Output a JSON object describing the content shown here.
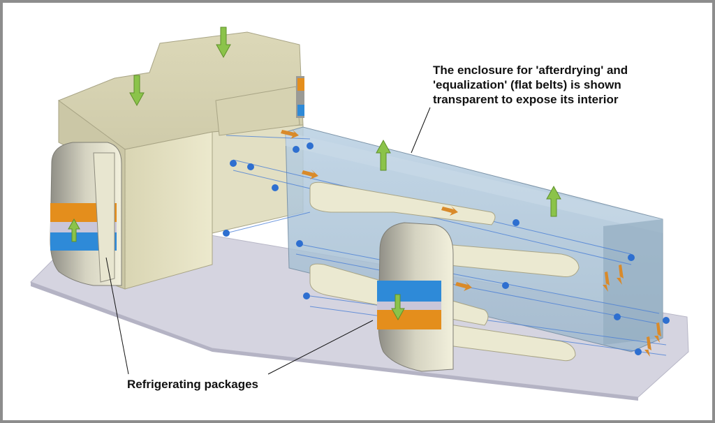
{
  "annotations": {
    "enclosure_line1": "The enclosure for 'afterdrying' and",
    "enclosure_line2": "'equalization' (flat belts) is shown",
    "enclosure_line3": "transparent to expose its interior",
    "refrigerating_packages": "Refrigerating packages"
  },
  "colors": {
    "frame": "#8d8d8d",
    "background": "#ffffff",
    "housing": "#e6e3c4",
    "housing_shadow": "#b9b594",
    "enclosure": "#a9c4d9",
    "platform": "#d3d3df",
    "belt": "#4a7fd6",
    "flow_arrow_green": "#8bc34a",
    "flow_arrow_orange": "#d98a2a",
    "band_orange": "#e48e1c",
    "band_blue": "#2e8ad8"
  },
  "icons": [
    "arrow-down-icon",
    "arrow-up-icon",
    "flow-arrow-icon"
  ]
}
